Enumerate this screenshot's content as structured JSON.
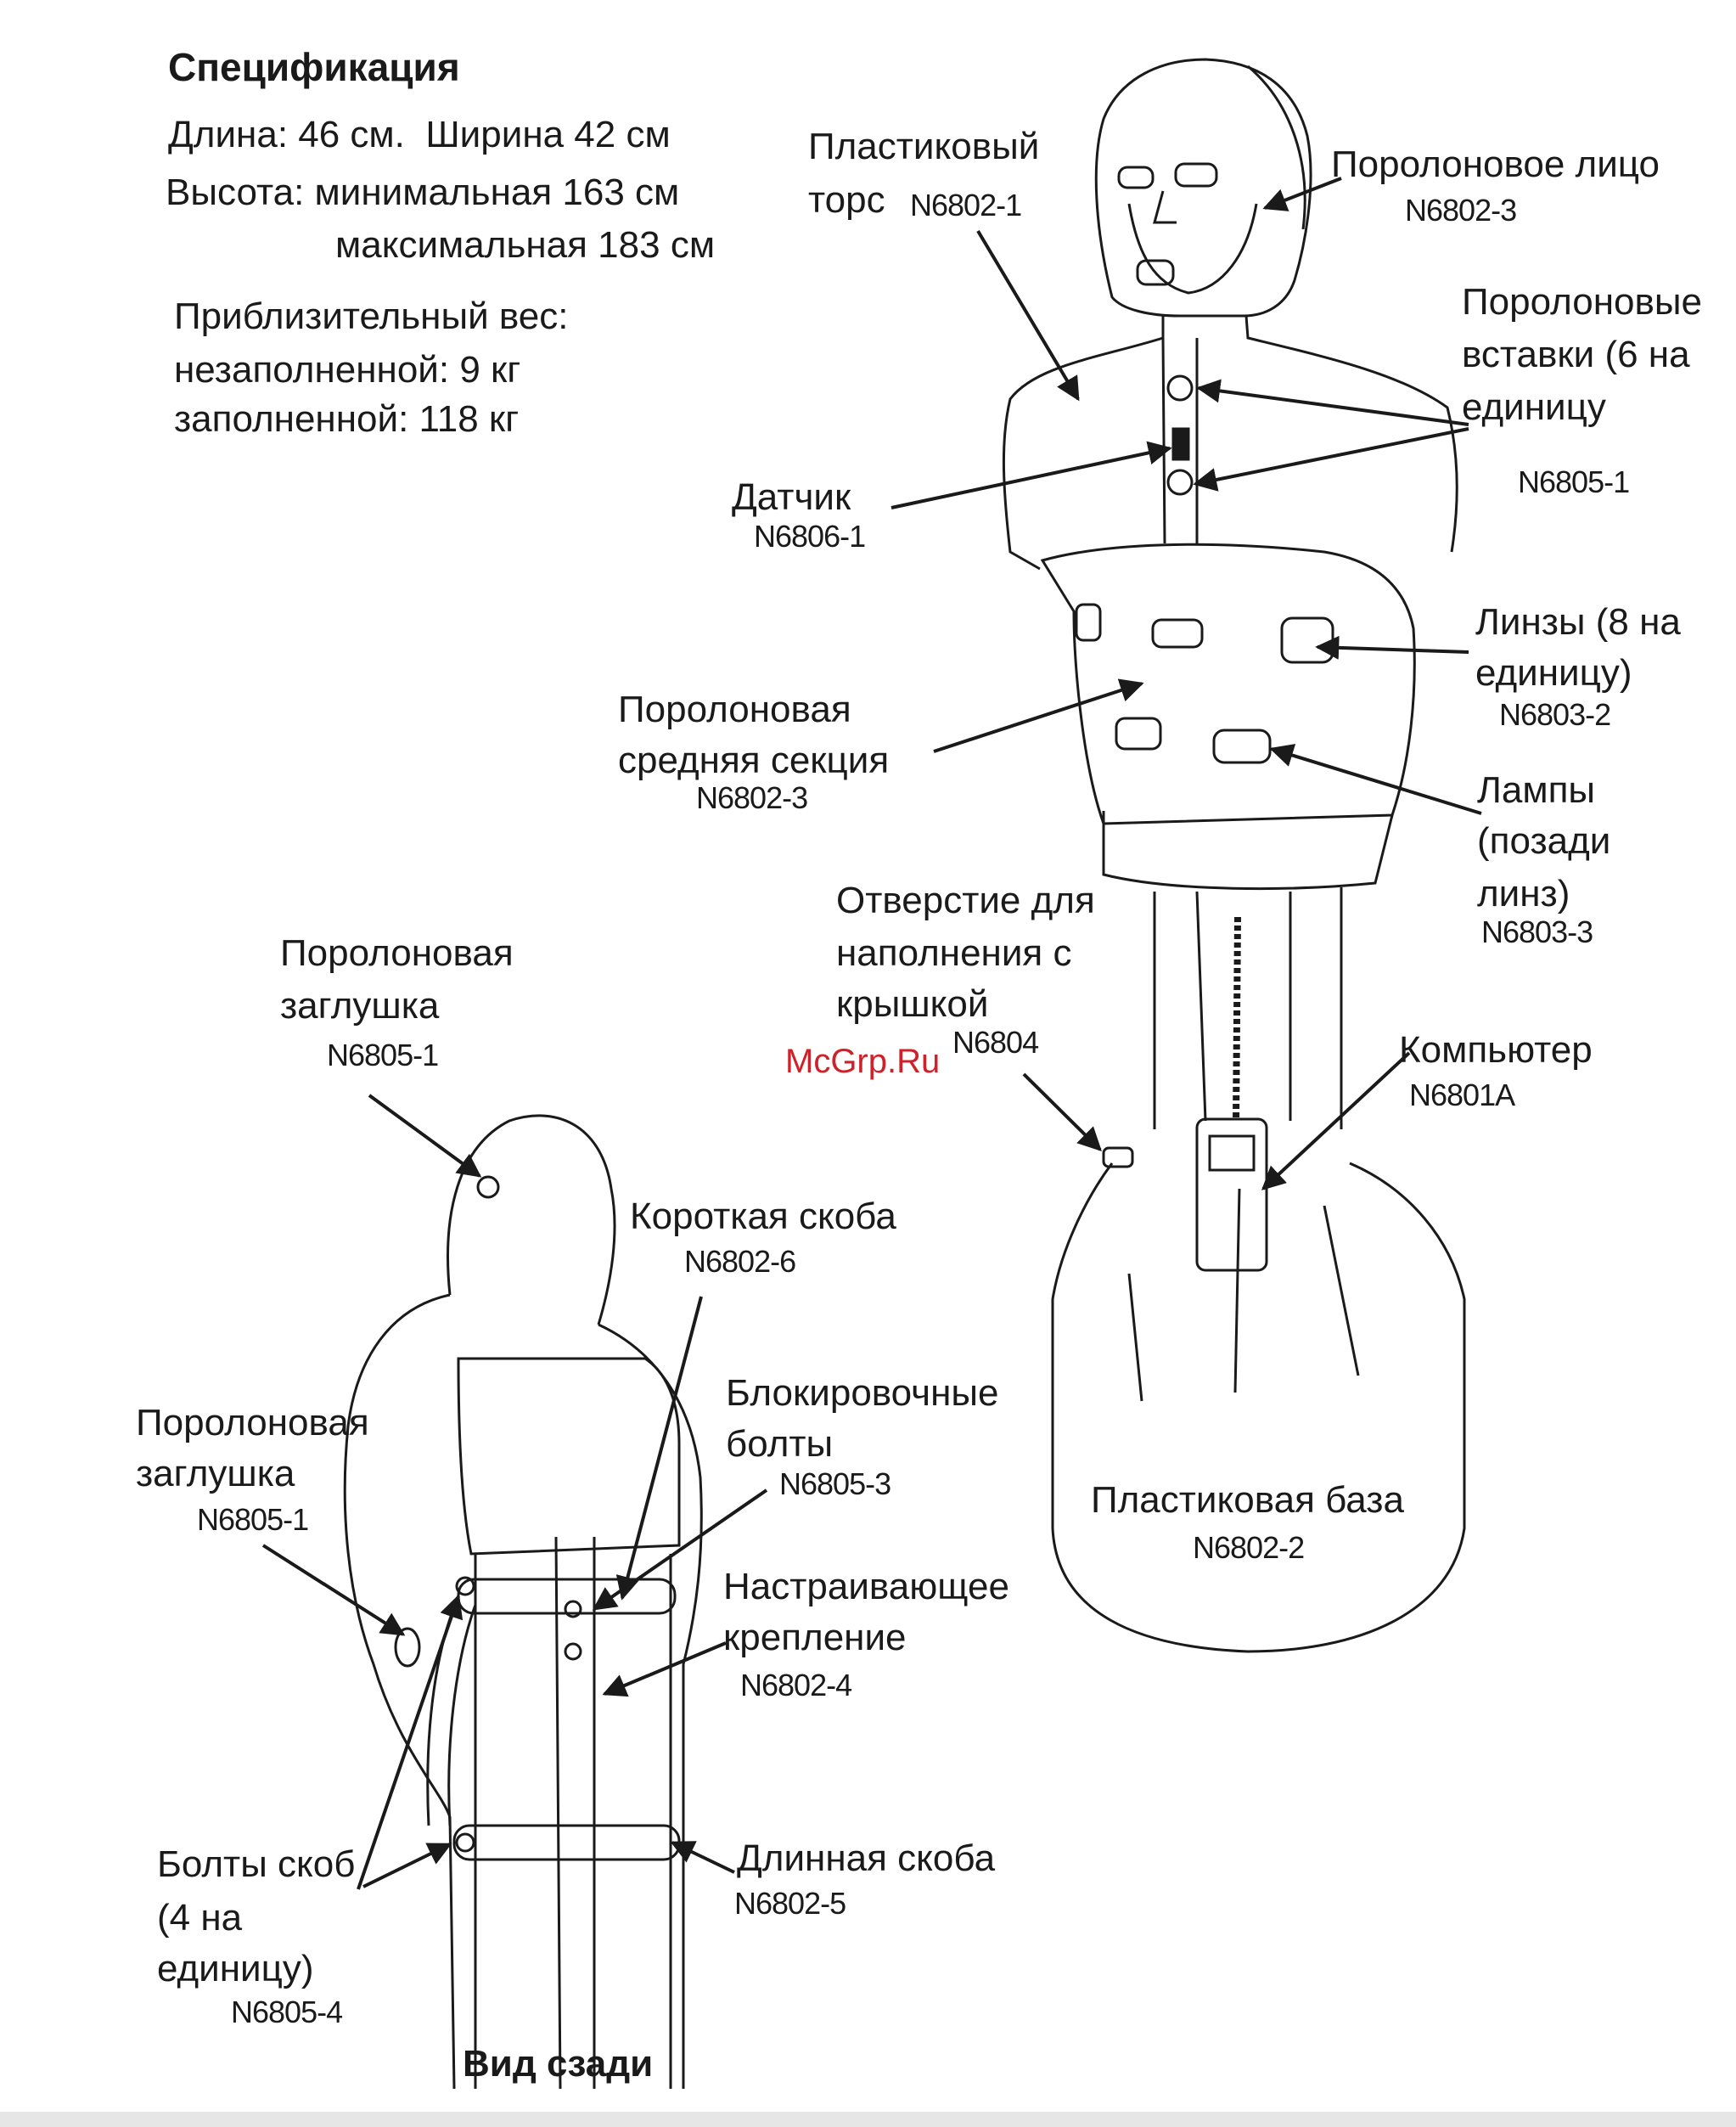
{
  "spec": {
    "title": "Спецификация",
    "length_width": "Длина: 46 см.  Ширина 42 см",
    "height_min": "Высота: минимальная 163 см",
    "height_max": "максимальная 183 см",
    "weight_title": "Приблизительный вес:",
    "weight_empty": "незаполненной: 9 кг",
    "weight_filled": "заполненной: 118 кг"
  },
  "labels": {
    "torso_1": "Пластиковый",
    "torso_2": "торс",
    "torso_code": "N6802-1",
    "face": "Поролоновое лицо",
    "face_code": "N6802-3",
    "inserts_1": "Поролоновые",
    "inserts_2": "вставки (6 на",
    "inserts_3": "единицу",
    "inserts_code": "N6805-1",
    "sensor": "Датчик",
    "sensor_code": "N6806-1",
    "lenses_1": "Линзы (8 на",
    "lenses_2": "единицу)",
    "lenses_code": "N6803-2",
    "mid_1": "Поролоновая",
    "mid_2": "средняя секция",
    "mid_code": "N6802-3",
    "lamps_1": "Лампы",
    "lamps_2": "(позади",
    "lamps_3": "линз)",
    "lamps_code": "N6803-3",
    "fill_1": "Отверстие для",
    "fill_2": "наполнения с",
    "fill_3": "крышкой",
    "fill_code": "N6804",
    "computer": "Компьютер",
    "computer_code": "N6801A",
    "plug_top_1": "Поролоновая",
    "plug_top_2": "заглушка",
    "plug_top_code": "N6805-1",
    "short_bracket": "Короткая скоба",
    "short_bracket_code": "N6802-6",
    "lock_bolts_1": "Блокировочные",
    "lock_bolts_2": "болты",
    "lock_bolts_code": "N6805-3",
    "plug_side_1": "Поролоновая",
    "plug_side_2": "заглушка",
    "plug_side_code": "N6805-1",
    "base": "Пластиковая база",
    "base_code": "N6802-2",
    "adjust_1": "Настраивающее",
    "adjust_2": "крепление",
    "adjust_code": "N6802-4",
    "long_bracket": "Длинная скоба",
    "long_bracket_code": "N6802-5",
    "bracket_bolts_1": "Болты скоб",
    "bracket_bolts_2": "(4 на",
    "bracket_bolts_3": "единицу)",
    "bracket_bolts_code": "N6805-4"
  },
  "caption": "Вид сзади",
  "watermark": "McGrp.Ru",
  "colors": {
    "ink": "#1a1a1a",
    "watermark": "#d0202a"
  }
}
